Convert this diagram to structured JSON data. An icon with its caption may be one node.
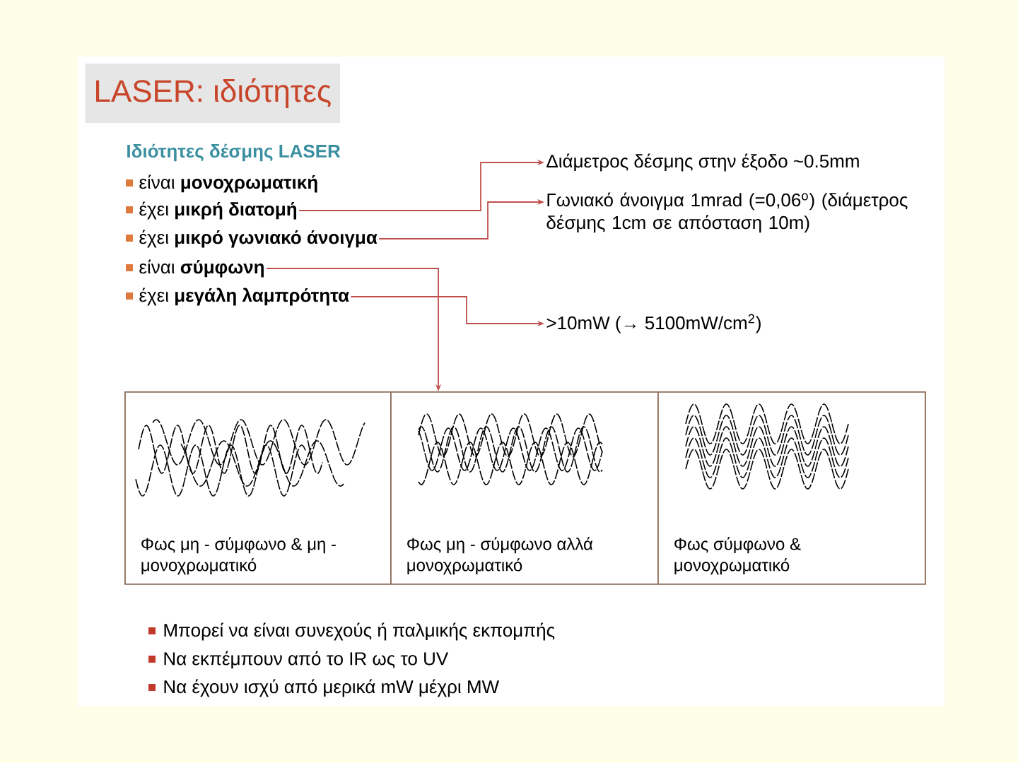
{
  "diagram": {
    "title": "LASER: ιδιότητες",
    "nodes": [
      {
        "text": [
          "είναι **μονοχρωματική**"
        ]
      },
      {
        "text": [
          "έχει **μικρή διατομή**"
        ]
      },
      {
        "text": [
          "έχει **μικρό γωνιακό άνοιγμα**"
        ]
      },
      {
        "text": [
          "είναι **σύμφωνη**"
        ]
      },
      {
        "text": [
          "έχει **μεγάλη λαμπρότητα**"
        ]
      },
      {
        "text": [
          "Διάμετρος δέσμης στην έξοδο ~0.5mm"
        ]
      },
      {
        "text": [
          "Γωνιακό άνοιγμα 1mrad (=0,06$^{o}$) (διάμετρος δέσμης 1cm σε απόσταση 10m)"
        ]
      },
      {
        "text": [
          ">10mW (→ 5100mW/cm$^{2}$)"
        ]
      },
      {
        "text": [],
        "shape": "box"
      },
      {
        "text": [
          "Φως μη - σύμφωνο & μη - μονοχρωματικό"
        ],
        "in": 8
      },
      {
        "text": [
          "Φως μη - σύμφωνο αλλά μονοχρωματικό"
        ],
        "in": 8
      },
      {
        "text": [
          "Φως σύμφωνο & μονοχρωματικό"
        ],
        "in": 8
      }
    ],
    "edges": [
      {
        "from": 1,
        "to": 5,
        "arrow": "to"
      },
      {
        "from": 2,
        "to": 6,
        "arrow": "to"
      },
      {
        "from": 3,
        "to": 8,
        "arrow": "to"
      },
      {
        "from": 4,
        "to": 7,
        "arrow": "to"
      }
    ],
    "labels": [
      "Ιδιότητες δέσμης LASER",
      "Μπορεί να είναι συνεχούς ή παλμικής εκπομπής",
      "Να εκπέμπουν από το IR ως το UV",
      "Να έχουν ισχύ από μερικά mW μέχρι MW"
    ]
  }
}
